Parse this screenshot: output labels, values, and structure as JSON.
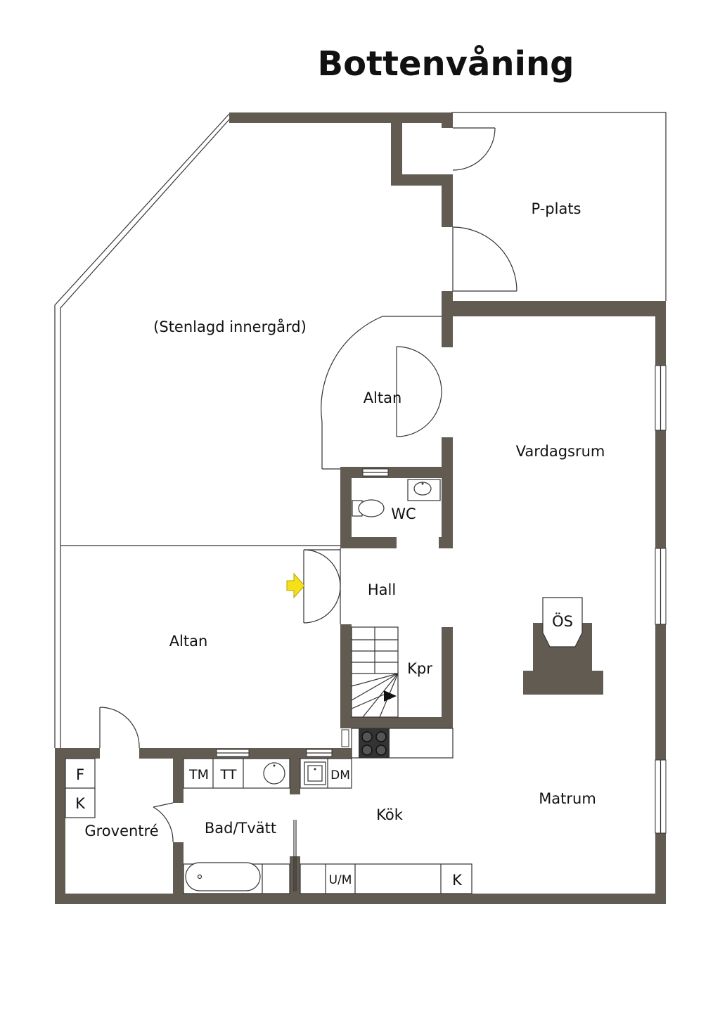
{
  "title": "Bottenvåning",
  "rooms": {
    "pplats": "P-plats",
    "innergard": "(Stenlagd innergård)",
    "altan_upper": "Altan",
    "vardagsrum": "Vardagsrum",
    "wc": "WC",
    "hall": "Hall",
    "altan_lower": "Altan",
    "kpr": "Kpr",
    "os": "ÖS",
    "matrum": "Matrum",
    "kok": "Kök",
    "bad_tvatt": "Bad/Tvätt",
    "groventre": "Groventré"
  },
  "fixtures": {
    "f": "F",
    "k_groventre": "K",
    "tm": "TM",
    "tt": "TT",
    "dm": "DM",
    "um": "U/M",
    "k_kok": "K"
  },
  "colors": {
    "wall": "#625b52",
    "entrance_arrow": "#f5e11a"
  },
  "icons": {
    "entrance": "entrance-arrow-icon"
  }
}
